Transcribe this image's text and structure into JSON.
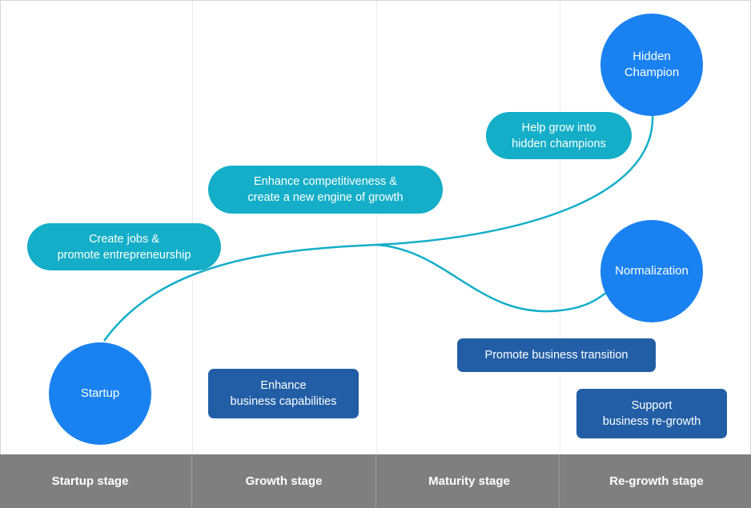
{
  "circles": {
    "startup": "Startup",
    "hidden_champion": "Hidden\nChampion",
    "normalization": "Normalization"
  },
  "pills": {
    "create_jobs": "Create jobs &\npromote entrepreneurship",
    "enhance_competitiveness": "Enhance competitiveness &\ncreate a new engine of growth",
    "help_grow": "Help grow into\nhidden champions"
  },
  "boxes": {
    "enhance_capabilities": "Enhance\nbusiness capabilities",
    "promote_transition": "Promote business transition",
    "support_regrowth": "Support\nbusiness re-growth"
  },
  "stages": [
    "Startup stage",
    "Growth stage",
    "Maturity stage",
    "Re-growth stage"
  ],
  "colors": {
    "circle": "#1a82f0",
    "pill": "#14aec8",
    "box": "#225ea6",
    "curve": "#14aec8",
    "footer": "#7f7f7f"
  }
}
